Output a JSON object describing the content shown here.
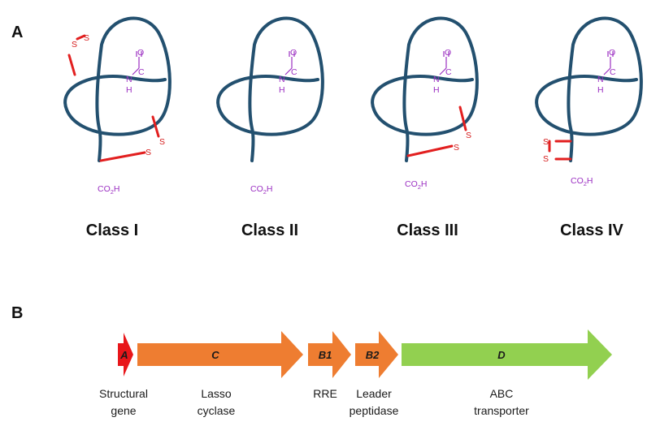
{
  "panels": {
    "a": {
      "letter": "A",
      "classes": [
        {
          "title": "Class I"
        },
        {
          "title": "Class II"
        },
        {
          "title": "Class III"
        },
        {
          "title": "Class IV"
        }
      ],
      "chem": {
        "o": "O",
        "c": "C",
        "n": "N",
        "h": "H",
        "s": "S",
        "co2h_main": "CO",
        "co2h_sub": "2",
        "co2h_end": "H"
      }
    },
    "b": {
      "letter": "B",
      "genes": [
        {
          "letter": "A",
          "label_line1": "Structural",
          "label_line2": "gene",
          "color": "#e8161a"
        },
        {
          "letter": "C",
          "label_line1": "Lasso",
          "label_line2": "cyclase",
          "color": "#ee7d31"
        },
        {
          "letter": "B1",
          "label_line1": "RRE",
          "label_line2": "",
          "color": "#ee7d31"
        },
        {
          "letter": "B2",
          "label_line1": "Leader",
          "label_line2": "peptidase",
          "color": "#ee7d31"
        },
        {
          "letter": "D",
          "label_line1": "ABC",
          "label_line2": "transporter",
          "color": "#92d050"
        }
      ]
    }
  },
  "colors": {
    "loop": "#23506f",
    "disulfide": "#e21f1f",
    "chem_label": "#9b2fc2"
  }
}
